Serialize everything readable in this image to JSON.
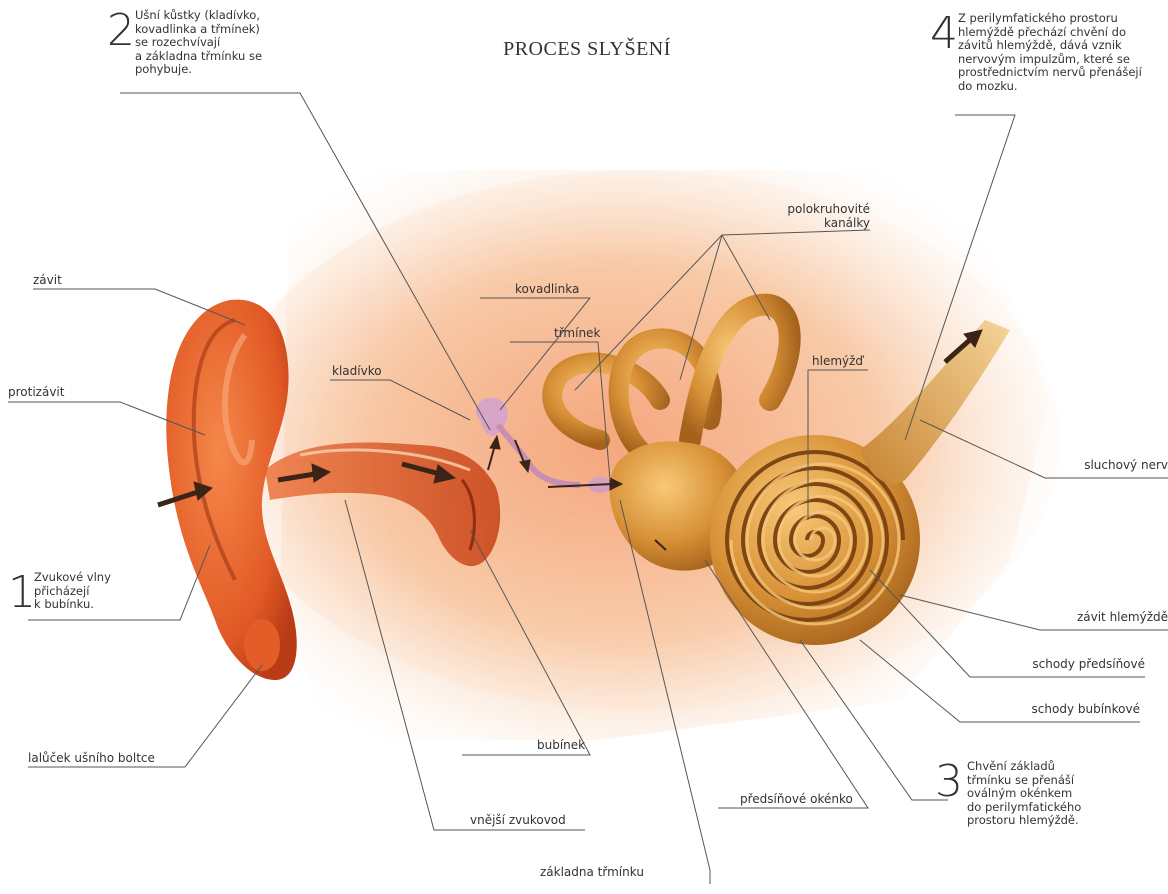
{
  "title": "PROCES SLYŠENÍ",
  "steps": [
    {
      "num": "2",
      "lines": [
        "Ušní kůstky (kladívko,",
        "kovadlinka a třmínek)",
        "se rozechvívají",
        "a základna třmínku se",
        "pohybuje."
      ]
    },
    {
      "num": "4",
      "lines": [
        "Z perilymfatického prostoru",
        "hlemýždě přechází chvění do",
        "závitů hlemýždě, dává vznik",
        "nervovým impulzům, které se",
        "prostřednictvím nervů přenášejí",
        "do mozku."
      ]
    },
    {
      "num": "1",
      "lines": [
        "Zvukové vlny",
        "přicházejí",
        "k bubínku."
      ]
    },
    {
      "num": "3",
      "lines": [
        "Chvění základů",
        "třmínku se přenáší",
        "oválným okénkem",
        "do perilymfatického",
        "prostoru hlemýždě."
      ]
    }
  ],
  "labels": {
    "zavit": "závit",
    "protizavit": "protizávit",
    "lalucek": "lalůček ušního boltce",
    "kladivko": "kladívko",
    "kovadlinka": "kovadlinka",
    "trminek": "třmínek",
    "polokruhovite_1": "polokruhovité",
    "polokruhovite_2": "kanálky",
    "hlemyzd": "hlemýžď",
    "sluchovy_nerv": "sluchový nerv",
    "zavit_hlemyzde": "závit hlemýždě",
    "schody_predsinove": "schody předsíňové",
    "schody_bubinkove": "schody bubínkové",
    "bubinek": "bubínek",
    "predsinove_okenko": "předsíňové okénko",
    "vnejsi_zvukovod": "vnější zvukovod",
    "zakladna_trminku": "základna třmínku"
  },
  "colors": {
    "background_glow": "#f7c9a3",
    "skin": "#e8652e",
    "skin_dark": "#c0401a",
    "bone": "#d28a2f",
    "bone_light": "#f0b861",
    "arrow": "#3a2418",
    "leader_line": "#555555"
  }
}
